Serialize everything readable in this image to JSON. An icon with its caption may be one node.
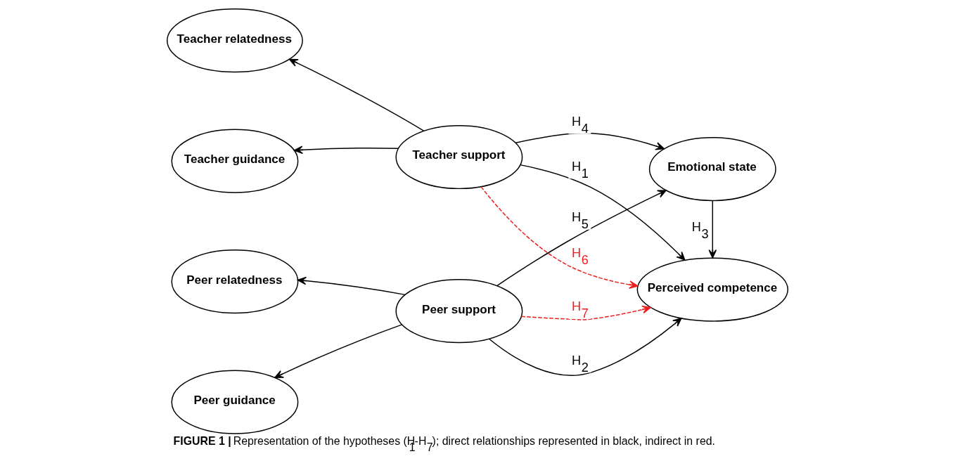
{
  "diagram": {
    "caption": "**FIGURE 1 |** Representation of the hypotheses (H$_{1}$-H$_{7}$); direct relationships represented in black, indirect in red.",
    "nodes": [
      {
        "text": [
          "Teacher relatedness"
        ]
      },
      {
        "text": [
          "Teacher guidance"
        ]
      },
      {
        "text": [
          "Teacher support"
        ]
      },
      {
        "text": [
          "Emotional state"
        ]
      },
      {
        "text": [
          "Peer relatedness"
        ]
      },
      {
        "text": [
          "Peer guidance"
        ]
      },
      {
        "text": [
          "Peer support"
        ]
      },
      {
        "text": [
          "Perceived competence"
        ]
      }
    ],
    "edges": [
      {
        "from": 2,
        "to": 0,
        "arrow": "to"
      },
      {
        "from": 2,
        "to": 1,
        "arrow": "to"
      },
      {
        "from": 2,
        "to": 3,
        "arrow": "to",
        "label": "H$_{4}$"
      },
      {
        "from": 2,
        "to": 7,
        "arrow": "to",
        "label": "H$_{1}$"
      },
      {
        "from": 3,
        "to": 7,
        "arrow": "to",
        "label": "H$_{3}$"
      },
      {
        "from": 6,
        "to": 4,
        "arrow": "to"
      },
      {
        "from": 6,
        "to": 5,
        "arrow": "to"
      },
      {
        "from": 6,
        "to": 3,
        "arrow": "to",
        "label": "H$_{5}$"
      },
      {
        "from": 6,
        "to": 7,
        "arrow": "to",
        "label": "H$_{2}$"
      },
      {
        "from": 2,
        "to": 7,
        "arrow": "to",
        "label": "H$_{6}$",
        "style": "dashed",
        "color": "#ee1c1c"
      },
      {
        "from": 6,
        "to": 7,
        "arrow": "to",
        "label": "H$_{7}$",
        "style": "dashed",
        "color": "#ee1c1c"
      }
    ]
  }
}
